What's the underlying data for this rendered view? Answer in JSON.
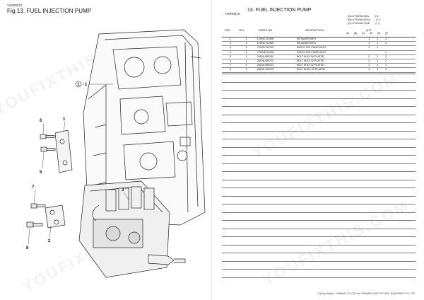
{
  "left_page": {
    "code": "Y00R9870",
    "title": "Fig.13.  FUEL INJECTION PUMP",
    "callouts": [
      {
        "id": "c1",
        "text": "1"
      },
      {
        "id": "c1b",
        "text": "1"
      },
      {
        "id": "c2",
        "text": "2"
      },
      {
        "id": "c5",
        "text": "5"
      },
      {
        "id": "c6",
        "text": "6"
      },
      {
        "id": "c7",
        "text": "7"
      },
      {
        "id": "c8",
        "text": "8"
      },
      {
        "id": "c3",
        "text": "3"
      }
    ]
  },
  "right_page": {
    "code": "Y00R9870",
    "title": "13.  FUEL INJECTION PUMP",
    "models": [
      {
        "label": "(A)=4TNV98-N0A",
        "suffix": "(D)="
      },
      {
        "label": "(B)=4TNV98-N0A2",
        "suffix": "(E)="
      },
      {
        "label": "(C)=4TNV98-GGE",
        "suffix": "(F)="
      }
    ],
    "headers": {
      "ref": "REF.",
      "lev": "LEV",
      "parts_no": "PARTS NO.",
      "description": "DESCRIPTION",
      "qty": "QTY",
      "qty_cols": [
        "(A)",
        "(B)",
        "(C)",
        "(D)",
        "(E)",
        "(F)"
      ]
    },
    "rows": [
      {
        "ref": "1",
        "lev": "1",
        "no": "129907-01950",
        "desc": "RETAINER,MP4",
        "a": "1",
        "b": "1",
        "c": "1",
        "d": "",
        "e": "",
        "f": ""
      },
      {
        "ref": "2",
        "lev": "1",
        "no": "129907-01960",
        "desc": "RETAINER,MP4",
        "a": "1",
        "b": "1",
        "c": "1",
        "d": "",
        "e": "",
        "f": ""
      },
      {
        "ref": "3",
        "lev": "1",
        "no": "729907-51320",
        "desc": "INJECTION PUMP ASSY",
        "a": "1",
        "b": "1",
        "c": "",
        "d": "",
        "e": "",
        "f": ""
      },
      {
        "ref": "4",
        "lev": "1",
        "no": "729946-51396",
        "desc": "INJECTION PUMP ASSY",
        "a": "",
        "b": "",
        "c": "1",
        "d": "",
        "e": "",
        "f": ""
      },
      {
        "ref": "5",
        "lev": "1",
        "no": "26106-080162",
        "desc": "BOLT M 8X 16 PLATED",
        "a": "2",
        "b": "2",
        "c": "2",
        "d": "",
        "e": "",
        "f": ""
      },
      {
        "ref": "6",
        "lev": "1",
        "no": "26106-080222",
        "desc": "BOLT M 8X 22 PLATED",
        "a": "2",
        "b": "2",
        "c": "2",
        "d": "",
        "e": "",
        "f": ""
      },
      {
        "ref": "7",
        "lev": "1",
        "no": "26106-080222",
        "desc": "BOLT M 8X 22 PLATED",
        "a": "1",
        "b": "1",
        "c": "1",
        "d": "",
        "e": "",
        "f": ""
      },
      {
        "ref": "8",
        "lev": "1",
        "no": "26106-100202",
        "desc": "BOLT M10X 20 PLATED",
        "a": "1",
        "b": "1",
        "c": "1",
        "d": "",
        "e": "",
        "f": ""
      }
    ],
    "copyright": "(C)Copy Rights : YANMAR CO.,LTD and YANMAR AGRICULTURAL EQUIPMENT CO.,LTD."
  },
  "watermark": "YOUFIXTHIS.COM"
}
